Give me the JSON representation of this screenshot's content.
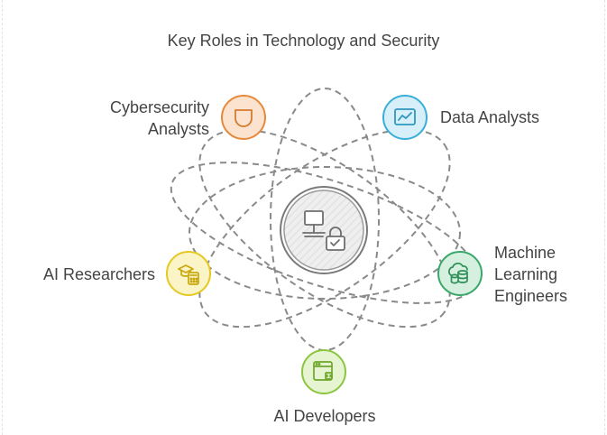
{
  "title": "Key Roles in Technology and Security",
  "center": {
    "icon": "computer-lock-icon"
  },
  "nodes": [
    {
      "id": "cybersecurity",
      "label_lines": [
        "Cybersecurity",
        "Analysts"
      ],
      "icon": "shield-icon",
      "color": "#e58a3c",
      "fill": "#fbe3cf"
    },
    {
      "id": "data",
      "label_lines": [
        "Data Analysts"
      ],
      "icon": "chart-monitor-icon",
      "color": "#3aaed8",
      "fill": "#d7eff8"
    },
    {
      "id": "ml",
      "label_lines": [
        "Machine",
        "Learning",
        "Engineers"
      ],
      "icon": "cloud-database-icon",
      "color": "#3aa86a",
      "fill": "#d6f0e0"
    },
    {
      "id": "developers",
      "label_lines": [
        "AI Developers"
      ],
      "icon": "browser-code-icon",
      "color": "#8cc63f",
      "fill": "#e6f4d2"
    },
    {
      "id": "researchers",
      "label_lines": [
        "AI Researchers"
      ],
      "icon": "graduation-calculator-icon",
      "color": "#e6c823",
      "fill": "#fbf4c6"
    }
  ]
}
